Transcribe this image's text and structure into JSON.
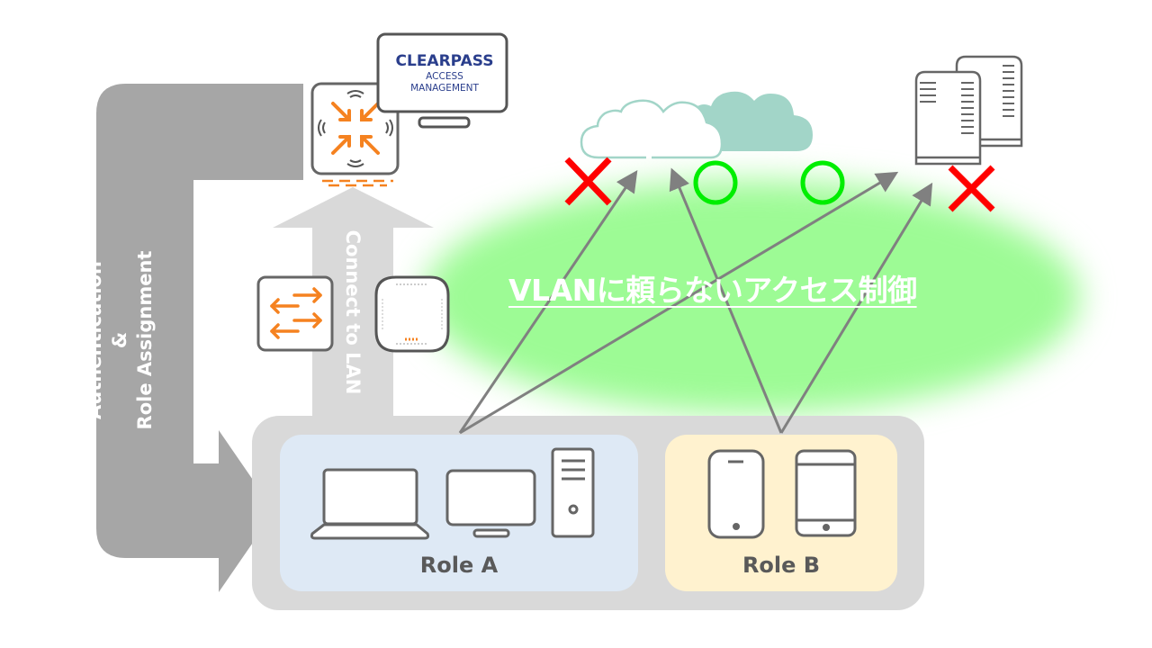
{
  "clearpass": {
    "title": "CLEARPASS",
    "subtitle_line1": "ACCESS",
    "subtitle_line2": "MANAGEMENT"
  },
  "labels": {
    "auth_line1": "Authentication",
    "auth_line2": "&",
    "auth_line3": "Role Assignment",
    "connect": "Connect to LAN",
    "headline": "VLANに頼らないアクセス制御"
  },
  "roles": [
    {
      "name": "Role A",
      "devices": [
        "laptop",
        "monitor",
        "desktop-tower"
      ],
      "color": "#dee9f5"
    },
    {
      "name": "Role B",
      "devices": [
        "smartphone",
        "tablet"
      ],
      "color": "#fff2cf"
    }
  ],
  "access_marks": [
    {
      "target": "cloud-private",
      "result": "denied",
      "symbol": "✕"
    },
    {
      "target": "cloud-private",
      "result": "allowed",
      "symbol": "○"
    },
    {
      "target": "server",
      "result": "allowed",
      "symbol": "○"
    },
    {
      "target": "server",
      "result": "denied",
      "symbol": "✕"
    }
  ],
  "colors": {
    "accent_orange": "#f58220",
    "deny_red": "#ff0000",
    "allow_green": "#00ee00",
    "glow_green": "#9dfb95",
    "gray_arrow": "#a6a6a6",
    "light_gray": "#d9d9d9",
    "cloud_teal": "#a2d5c8",
    "clearpass_blue": "#2a3e8c"
  }
}
